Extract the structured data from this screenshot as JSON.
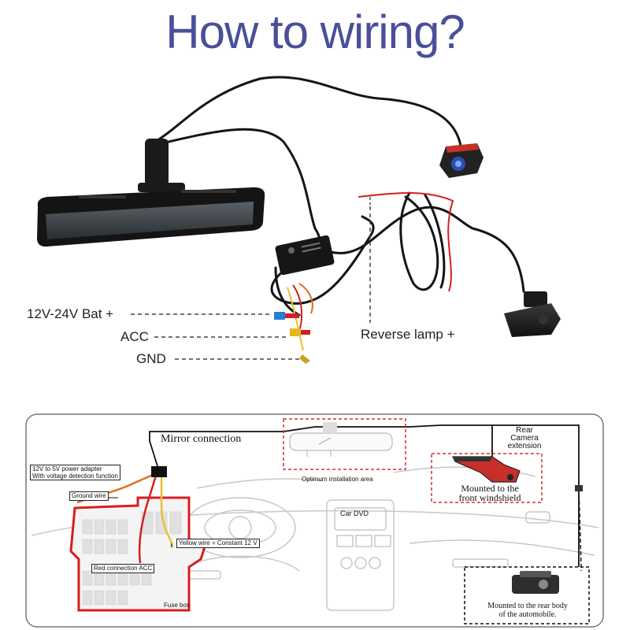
{
  "title": "How to wiring?",
  "photo": {
    "labels": {
      "bat": "12V-24V Bat +",
      "acc": "ACC",
      "gnd": "GND",
      "reverse": "Reverse lamp +"
    }
  },
  "diagram": {
    "mirror_connection": "Mirror connection",
    "optimum_area": "Optimum installation area",
    "rear_camera_ext_1": "Rear Camera",
    "rear_camera_ext_2": "extension",
    "front_windshield_1": "Mounted to the",
    "front_windshield_2": "front windshield",
    "adapter_1": "12V to 5V power adapter",
    "adapter_2": "With voltage detection function",
    "ground_wire": "Ground wire",
    "car_dvd": "Car DVD",
    "yellow_wire": "Yellow wire = Constant 12 V",
    "red_connection": "Red connection ACC",
    "fuse_box": "Fuse box",
    "rear_body_1": "Mounted to the rear body",
    "rear_body_2": "of the automobile."
  },
  "colors": {
    "title": "#4a4f9a",
    "red_wire": "#d81e1e",
    "yellow_wire": "#e8c030",
    "orange_wire": "#e0701a",
    "dashed_red": "#d03030"
  }
}
